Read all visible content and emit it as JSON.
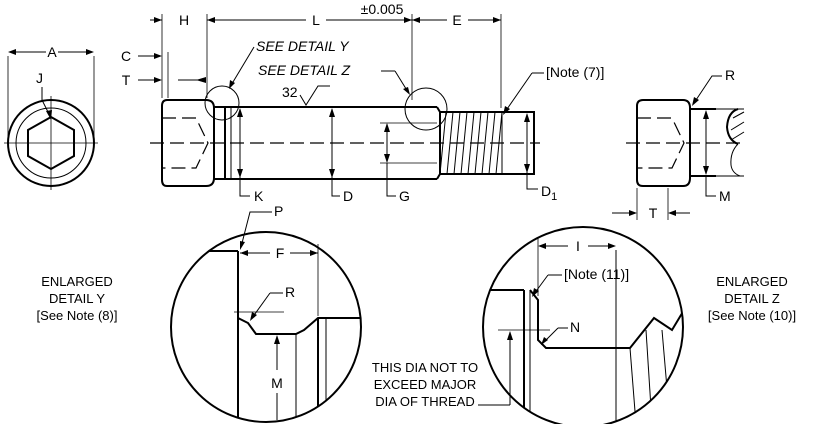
{
  "labels": {
    "A": "A",
    "J": "J",
    "C": "C",
    "T": "T",
    "H": "H",
    "L": "L",
    "tolerance": "±0.005",
    "E": "E",
    "see_detail_y": "SEE DETAIL Y",
    "see_detail_z": "SEE DETAIL Z",
    "surface_finish": "32",
    "note_7": "[Note (7)]",
    "R": "R",
    "K": "K",
    "D": "D",
    "G": "G",
    "D1_base": "D",
    "D1_sub": "1",
    "M": "M",
    "T_right": "T",
    "P": "P",
    "F": "F",
    "R_detail": "R",
    "M_detail": "M",
    "I": "I",
    "note_11": "[Note (11)]",
    "N": "N"
  },
  "detail_y_caption": [
    "ENLARGED",
    "DETAIL Y",
    "[See Note (8)]"
  ],
  "detail_z_caption": [
    "ENLARGED",
    "DETAIL Z",
    "[See Note (10)]"
  ],
  "thread_note": [
    "THIS DIA NOT TO",
    "EXCEED MAJOR",
    "DIA OF THREAD"
  ]
}
